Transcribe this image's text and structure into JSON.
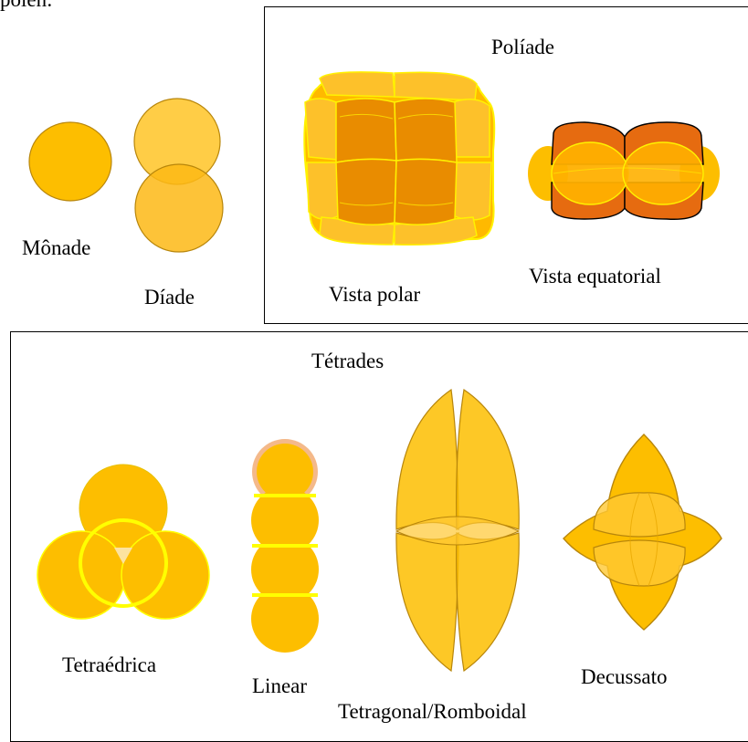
{
  "header_fragment": "pólen:",
  "labels": {
    "monade": "Mônade",
    "diade": "Díade",
    "poliade": "Políade",
    "vista_polar": "Vista polar",
    "vista_equatorial": "Vista equatorial",
    "tetrades": "Tétrades",
    "tetraedrica": "Tetraédrica",
    "linear": "Linear",
    "tetragonal": "Tetragonal/Romboidal",
    "decussato": "Decussato"
  },
  "colors": {
    "pollen": "#FDBE00",
    "pollen_light": "#FFC832",
    "pollen_outline": "#B8860B",
    "polyad_cell": "#E98C00",
    "polyad_outer": "#FFB900",
    "polyad_outline": "#FFF200",
    "equatorial_dark": "#E66B10",
    "tetrad_outline": "#FFFF00",
    "linear_halo": "#F4B98A"
  }
}
